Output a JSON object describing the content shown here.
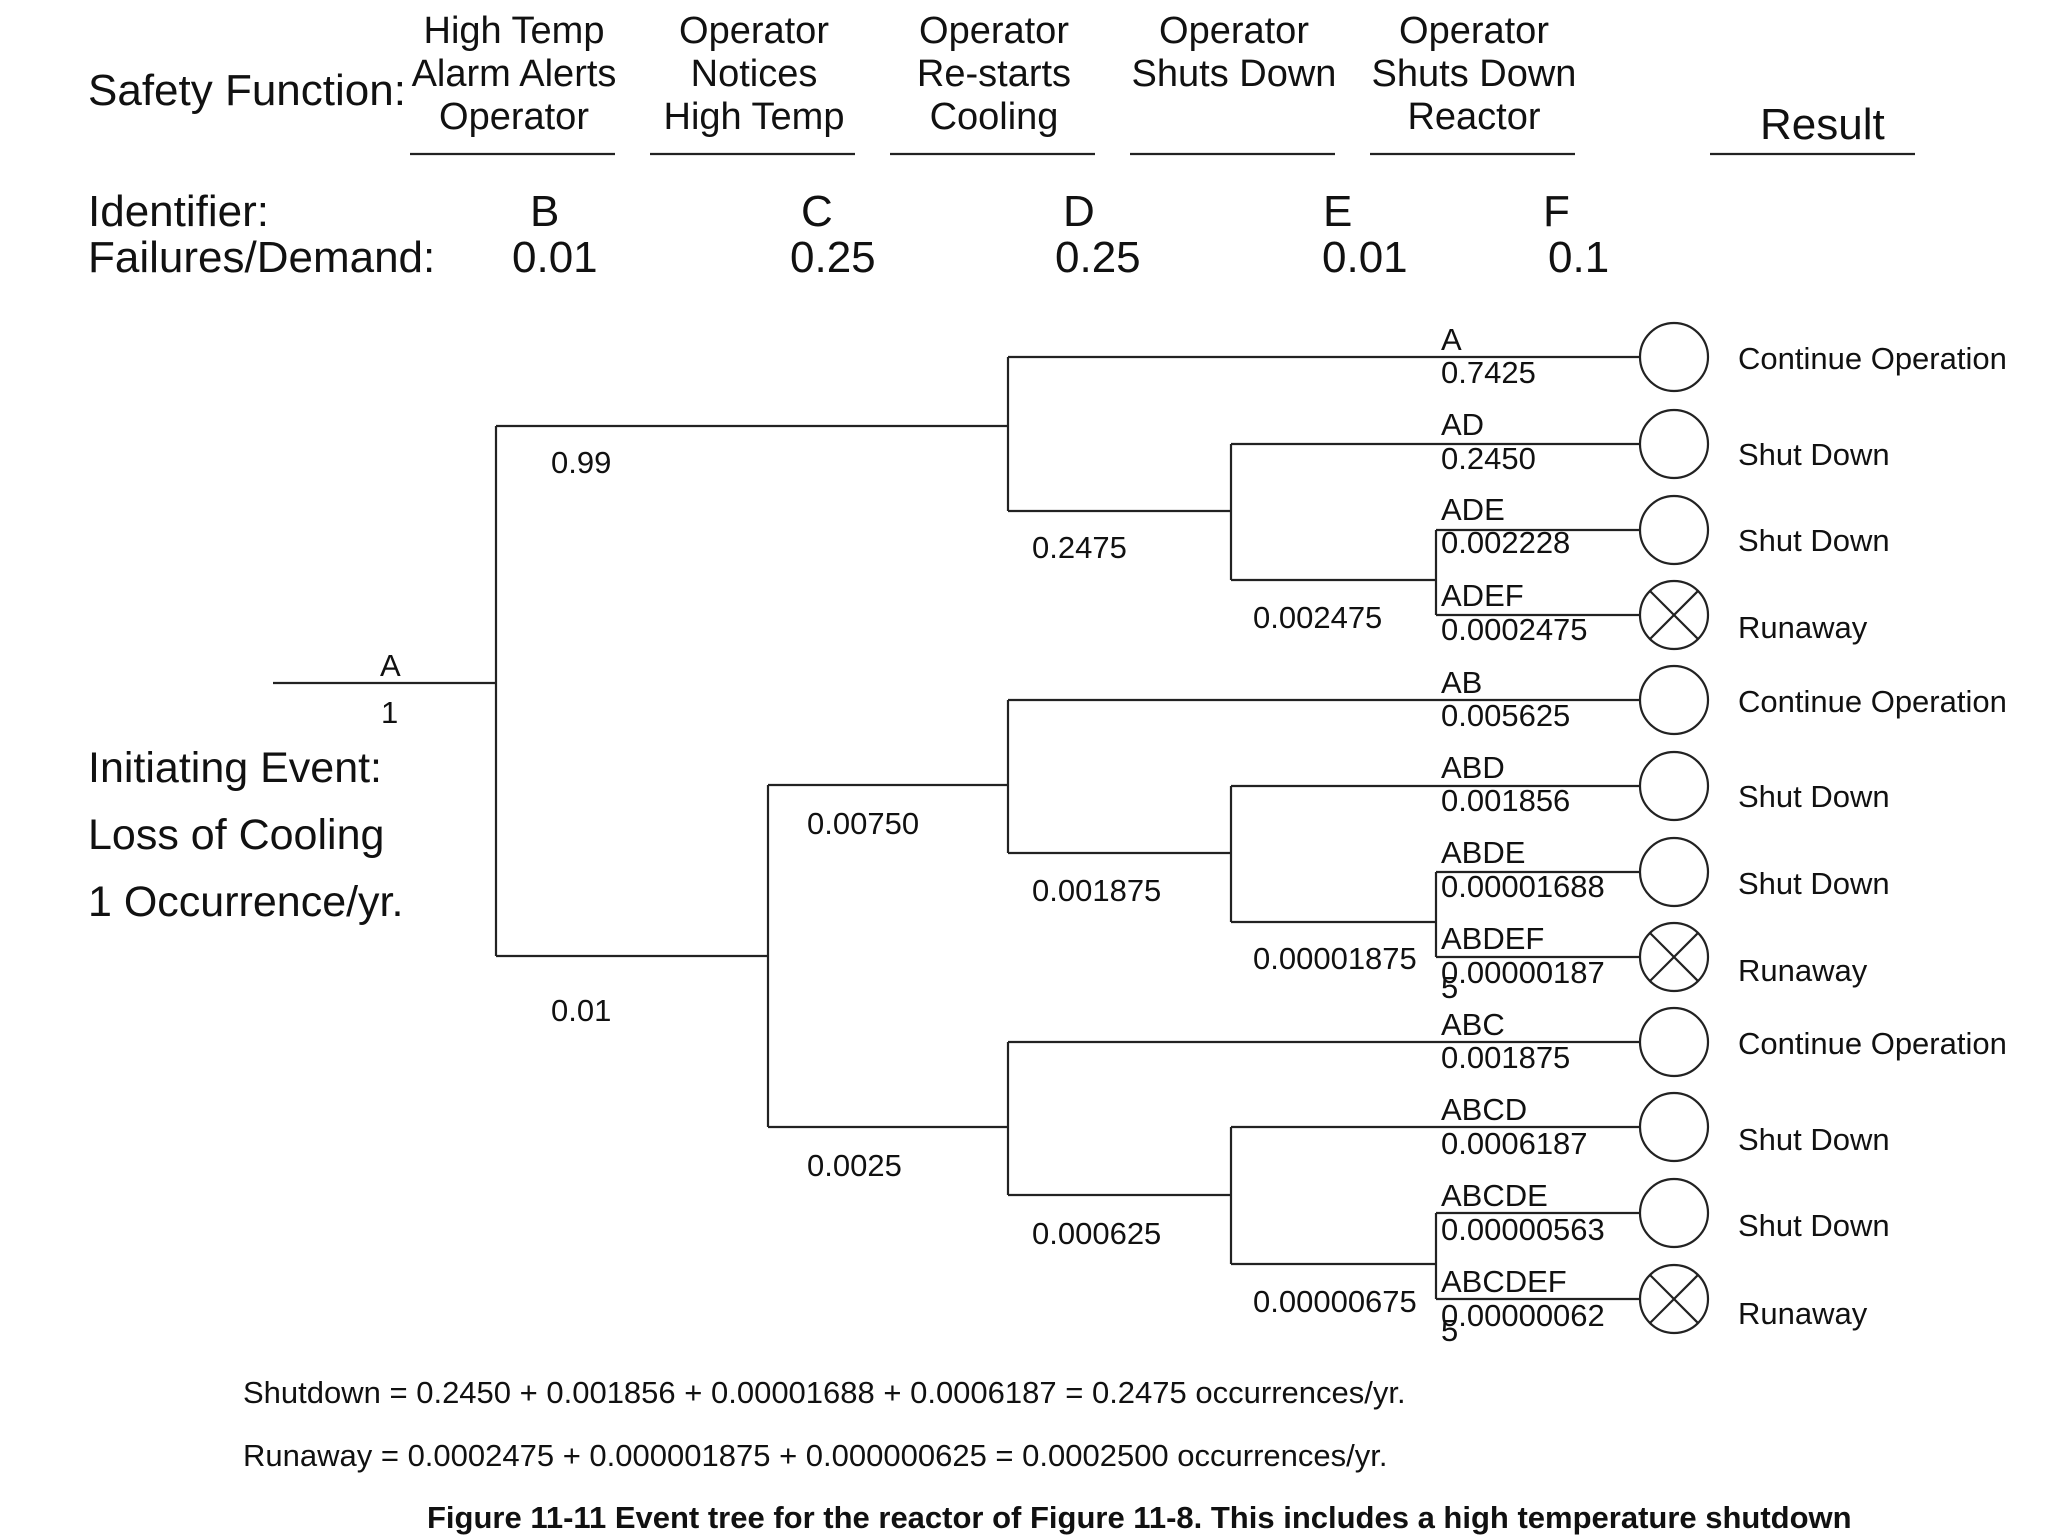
{
  "header": {
    "safety_function_label": "Safety Function:",
    "result_label": "Result",
    "functions": [
      {
        "lines": [
          "High Temp",
          "Alarm Alerts",
          "Operator"
        ],
        "identifier": "B",
        "failures": "0.01"
      },
      {
        "lines": [
          "Operator",
          "Notices",
          "High Temp"
        ],
        "identifier": "C",
        "failures": "0.25"
      },
      {
        "lines": [
          "Operator",
          "Re-starts",
          "Cooling"
        ],
        "identifier": "D",
        "failures": "0.25"
      },
      {
        "lines": [
          "Operator",
          "Shuts Down",
          ""
        ],
        "identifier": "E",
        "failures": "0.01"
      },
      {
        "lines": [
          "Operator",
          "Shuts Down",
          "Reactor"
        ],
        "identifier": "F",
        "failures": "0.1"
      }
    ],
    "identifier_label": "Identifier:",
    "failures_label": "Failures/Demand:"
  },
  "initiating": {
    "id": "A",
    "value": "1",
    "lines": [
      "Initiating Event:",
      "Loss of Cooling",
      "1 Occurrence/yr."
    ]
  },
  "branches": {
    "b_success": "0.99",
    "b_fail": "0.01",
    "c_top": "0.2475",
    "c_success_mid": "0.00750",
    "c_fail_bot": "0.0025",
    "d_top": "0.002475",
    "d_mid": "0.001875",
    "d_bot": "0.000625",
    "e_top": "",
    "e_mid": "0.00001875",
    "e_bot": "0.00000675"
  },
  "outcomes": [
    {
      "code": "A",
      "prob": "0.7425",
      "result": "Continue Operation",
      "marker": "circle"
    },
    {
      "code": "AD",
      "prob": "0.2450",
      "result": "Shut Down",
      "marker": "circle"
    },
    {
      "code": "ADE",
      "prob": "0.002228",
      "result": "Shut Down",
      "marker": "circle"
    },
    {
      "code": "ADEF",
      "prob": "0.0002475",
      "result": "Runaway",
      "marker": "crossed-circle"
    },
    {
      "code": "AB",
      "prob": "0.005625",
      "result": "Continue Operation",
      "marker": "circle"
    },
    {
      "code": "ABD",
      "prob": "0.001856",
      "result": "Shut Down",
      "marker": "circle"
    },
    {
      "code": "ABDE",
      "prob": "0.00001688",
      "result": "Shut Down",
      "marker": "circle"
    },
    {
      "code": "ABDEF",
      "prob": "0.00000187",
      "prob_extra": "5",
      "result": "Runaway",
      "marker": "crossed-circle"
    },
    {
      "code": "ABC",
      "prob": "0.001875",
      "result": "Continue Operation",
      "marker": "circle"
    },
    {
      "code": "ABCD",
      "prob": "0.0006187",
      "result": "Shut Down",
      "marker": "circle"
    },
    {
      "code": "ABCDE",
      "prob": "0.00000563",
      "result": "Shut Down",
      "marker": "circle"
    },
    {
      "code": "ABCDEF",
      "prob": "0.00000062",
      "prob_extra": "5",
      "result": "Runaway",
      "marker": "crossed-circle"
    }
  ],
  "equations": {
    "shutdown": "Shutdown = 0.2450 + 0.001856 + 0.00001688 + 0.0006187 = 0.2475 occurrences/yr.",
    "runaway": "Runaway = 0.0002475 + 0.000001875 + 0.000000625 = 0.0002500 occurrences/yr."
  },
  "caption": "Figure 11-11 Event tree for the reactor of Figure 11-8. This includes a high temperature shutdown"
}
